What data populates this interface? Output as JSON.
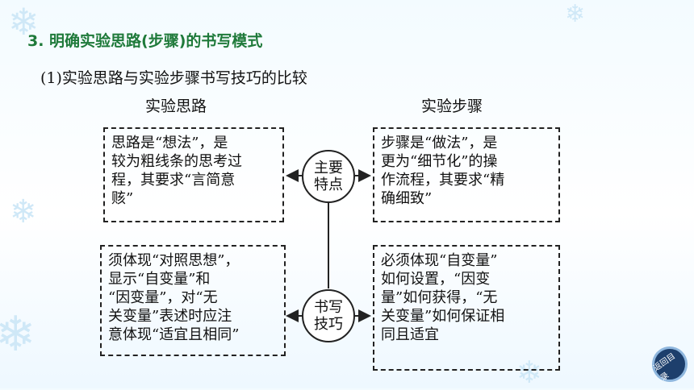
{
  "heading": "3. 明确实验思路(步骤)的书写模式",
  "subheading": "(1)实验思路与实验步骤书写技巧的比较",
  "columns": {
    "left_title": "实验思路",
    "right_title": "实验步骤"
  },
  "center": {
    "top": [
      "主要",
      "特点"
    ],
    "bottom": [
      "书写",
      "技巧"
    ]
  },
  "boxes": {
    "top_left": [
      "思路是“想法”，是",
      "较为粗线条的思考过",
      "程，其要求“言简意",
      "赅”"
    ],
    "top_right": [
      "步骤是“做法”，是",
      "更为“细节化”的操",
      "作流程，其要求“精",
      "确细致”"
    ],
    "bottom_left": [
      "须体现“对照思想”，",
      "显示“自变量”和",
      "“因变量”，对“无",
      "关变量”表述时应注",
      "意体现“适宜且相同”"
    ],
    "bottom_right": [
      "必须体现“自变量”",
      "如何设置，“因变",
      "量”如何获得，“无",
      "关变量”如何保证相",
      "同且适宜"
    ]
  },
  "nav": {
    "back_label": "返回目录"
  },
  "icons": [
    "snowflake-icon",
    "return-icon"
  ],
  "colors": {
    "heading": "#1f7a3a",
    "nav_bg": "#1d3f6c"
  }
}
